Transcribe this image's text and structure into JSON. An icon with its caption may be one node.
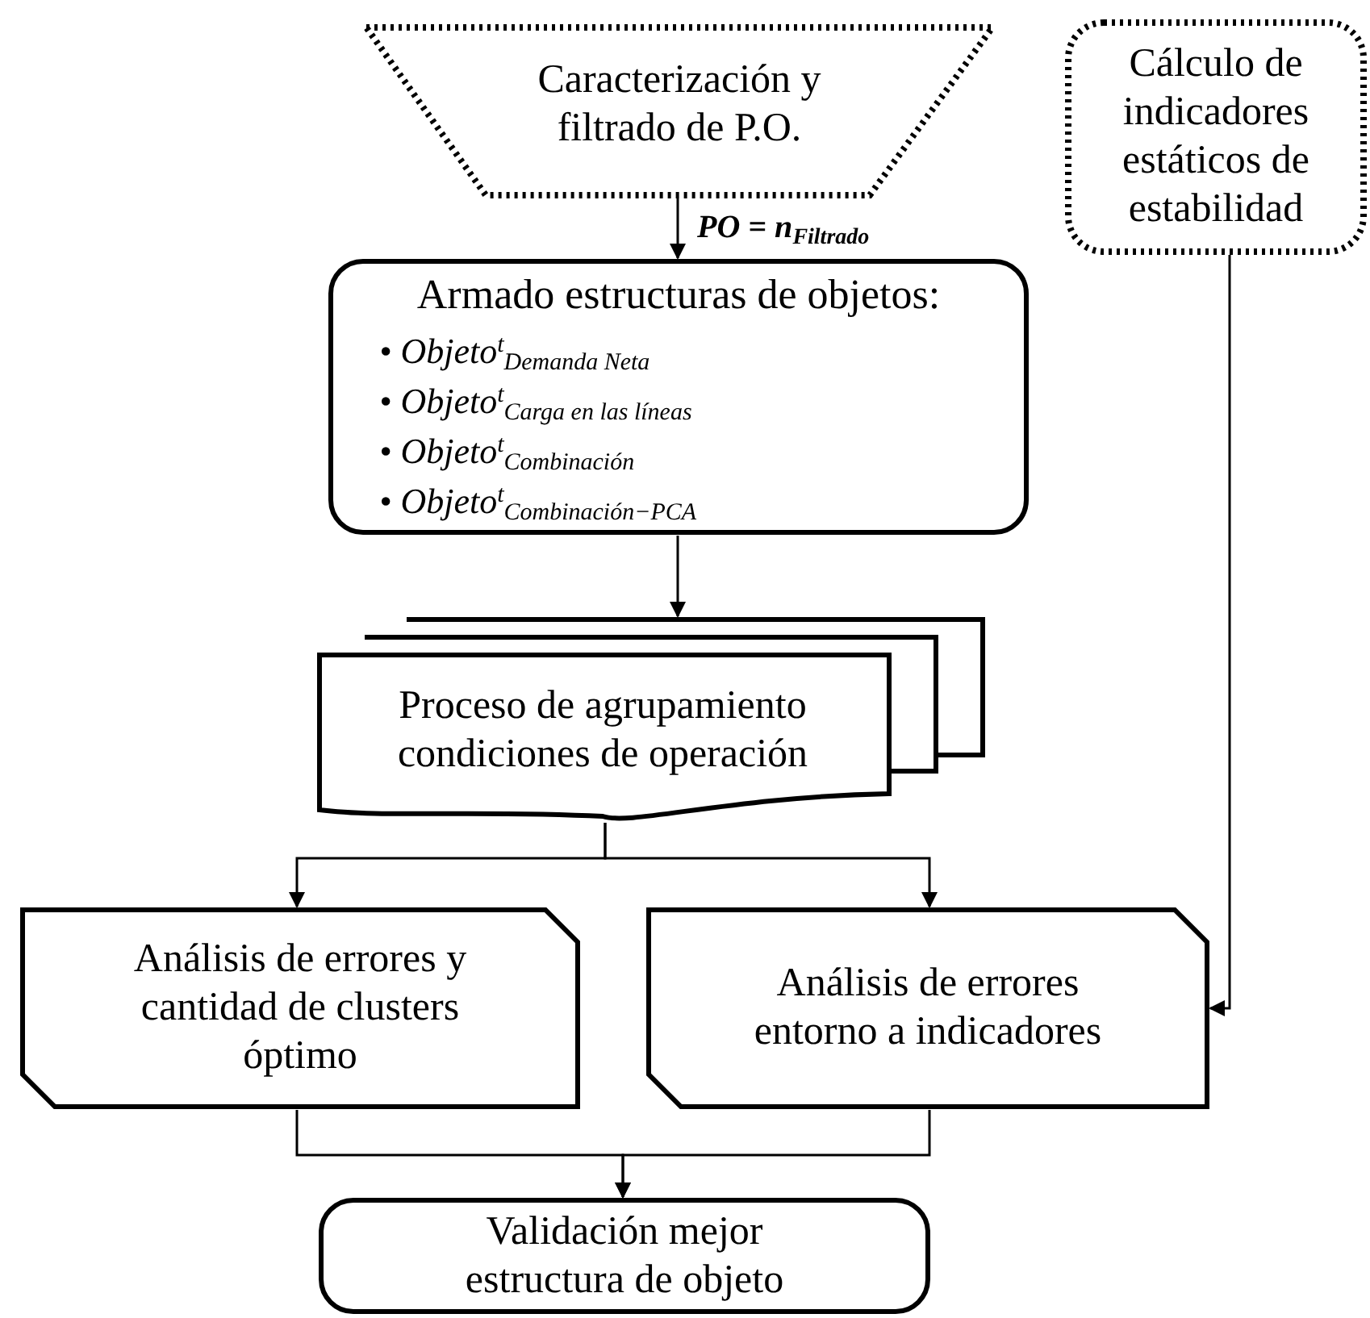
{
  "diagram": {
    "nodes": [
      {
        "text": [
          "Caracterización y filtrado de P.O."
        ]
      },
      {
        "text": [
          "Cálculo de indicadores estáticos de estabilidad"
        ]
      },
      {
        "text": [
          "Armado estructuras de objetos:",
          "• Objeto$^{t}$$_{Demanda Neta}$",
          "• Objeto$^{t}$$_{Carga en las líneas}$",
          "• Objeto$^{t}$$_{Combinación}$",
          "• Objeto$^{t}$$_{Combinación−PCA}$"
        ]
      },
      {
        "text": [
          "Proceso de agrupamiento condiciones de operación"
        ]
      },
      {
        "text": [
          "Análisis de errores y cantidad de clusters óptimo"
        ]
      },
      {
        "text": [
          "Análisis de errores entorno a indicadores"
        ]
      },
      {
        "text": [
          "Validación mejor estructura de objeto"
        ]
      }
    ],
    "edges": [
      {
        "from": 0,
        "to": 2,
        "arrow": "to",
        "label": "PO = n$_{Filtrado}$"
      },
      {
        "from": 2,
        "to": 3,
        "arrow": "to"
      },
      {
        "from": 3,
        "to": 4,
        "arrow": "to"
      },
      {
        "from": 3,
        "to": 5,
        "arrow": "to"
      },
      {
        "from": 1,
        "to": 5,
        "arrow": "to"
      },
      {
        "from": 4,
        "to": 6,
        "arrow": "to"
      },
      {
        "from": 5,
        "to": 6,
        "arrow": "to"
      }
    ]
  }
}
